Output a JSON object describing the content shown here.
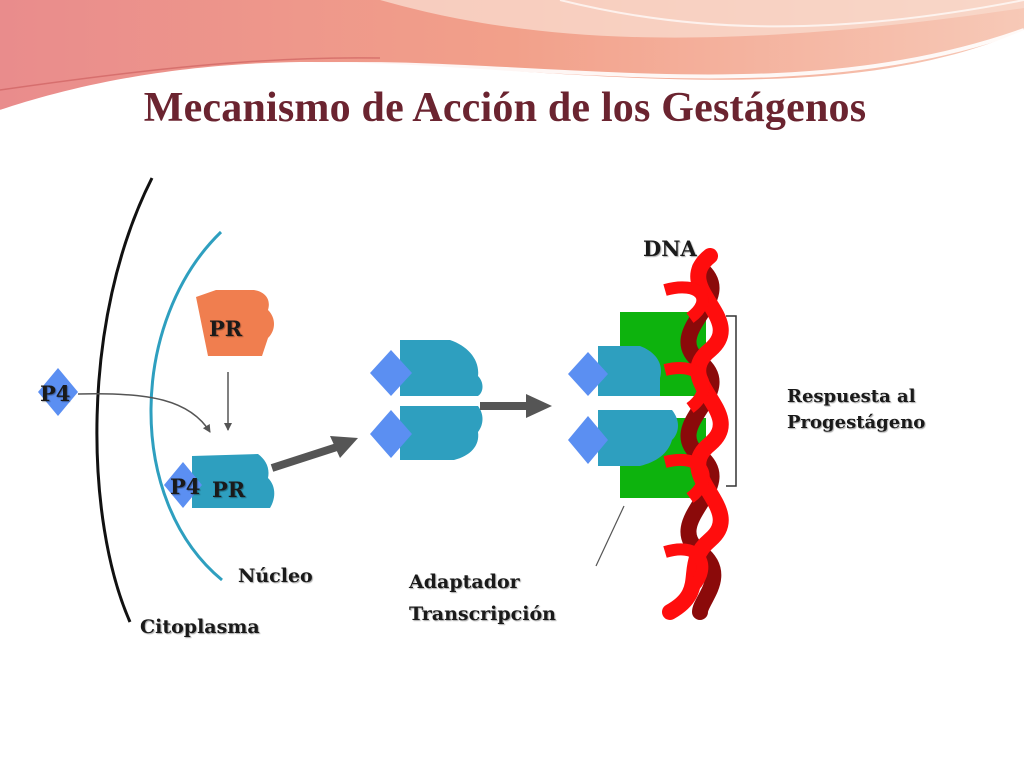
{
  "slide": {
    "title": "Mecanismo de Acción de los Gestágenos"
  },
  "labels": {
    "dna": "DNA",
    "pr_free": "PR",
    "pr_bound": "PR",
    "p4_outside": "P4",
    "p4_bound": "P4",
    "nucleus": "Núcleo",
    "cytoplasm": "Citoplasma",
    "adaptor_line1": "Adaptador",
    "adaptor_line2": "Transcripción",
    "response_line1": "Respuesta al",
    "response_line2": "Progestágeno"
  },
  "colors": {
    "title": "#6b2430",
    "receptor_free": "#f07e4f",
    "receptor_bound": "#2e9fbf",
    "hormone": "#5b8ff2",
    "dna_front": "#ff0d0d",
    "dna_back": "#8b0a0a",
    "adaptor": "#0db30d",
    "nucleus_membrane": "#2e9fbf",
    "cell_membrane": "#111111",
    "arrow": "#555555"
  }
}
